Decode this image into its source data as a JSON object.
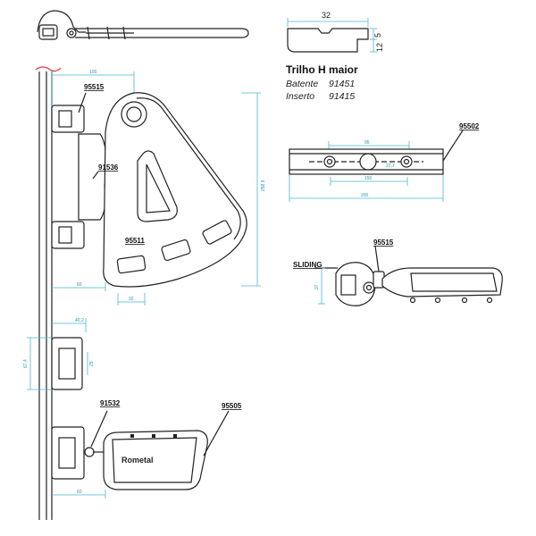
{
  "profile": {
    "width_label": "32",
    "right_dim_top": "5",
    "right_dim_bottom": "12"
  },
  "spec": {
    "title": "Trilho H maior",
    "rows": [
      {
        "label": "Batente",
        "code": "91451"
      },
      {
        "label": "Inserto",
        "code": "91415"
      }
    ]
  },
  "parts": {
    "p95515_top": "95515",
    "p91536": "91536",
    "p95511": "95511",
    "p95502": "95502",
    "p95515_side": "95515",
    "sliding": "SLIDING",
    "p91532": "91532",
    "p95505": "95505"
  },
  "dims": {
    "plate_width": "100",
    "plate_height": "258.9",
    "offset_60_a": "60",
    "slot_32": "32",
    "rail_95": "95",
    "rail_22": "22,7",
    "rail_150": "150",
    "rail_200": "200",
    "side_37": "37",
    "hinge_40": "40,2",
    "hinge_67": "67,4",
    "hinge_25": "25",
    "offset_60_b": "60"
  },
  "brand_text": "Rometal",
  "colors": {
    "dimension": "#49b7d8",
    "marker": "#d23a2a",
    "line": "#222222"
  }
}
